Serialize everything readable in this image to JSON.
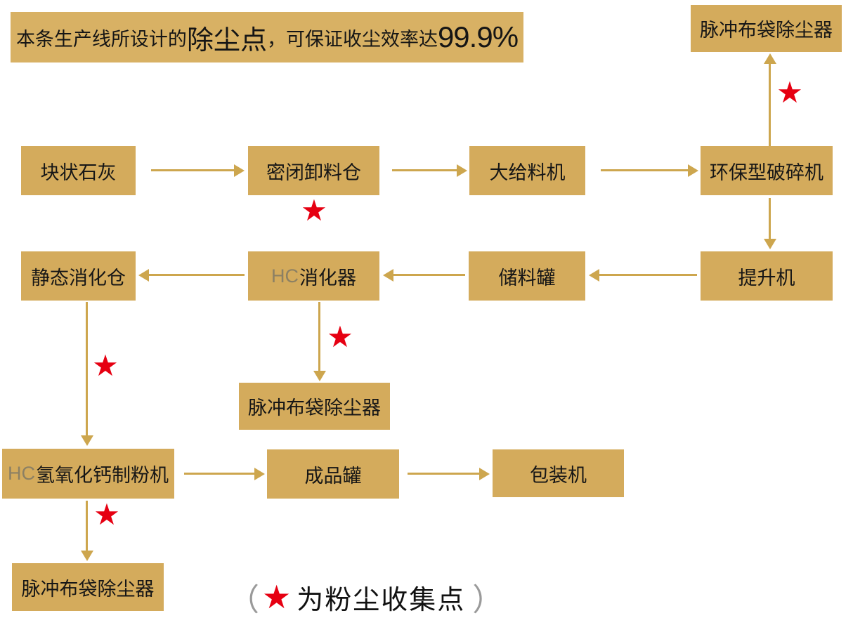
{
  "banner": {
    "part1": "本条生产线所设计的",
    "part2": "除尘点",
    "part3": "，可保证收尘效率达",
    "part4": "99.9%"
  },
  "nodes": {
    "dust_top": {
      "label": "脉冲布袋除尘器"
    },
    "lime": {
      "label": "块状石灰"
    },
    "unload_bin": {
      "label": "密闭卸料仓"
    },
    "feeder": {
      "label": "大给料机"
    },
    "crusher": {
      "label": "环保型破碎机"
    },
    "static_silo": {
      "label": "静态消化仓"
    },
    "hc_digester": {
      "prefix": "HC",
      "label": "消化器"
    },
    "storage_tank": {
      "label": "储料罐"
    },
    "elevator": {
      "label": "提升机"
    },
    "dust_mid": {
      "label": "脉冲布袋除尘器"
    },
    "hc_mill": {
      "prefix": "HC",
      "label": "氢氧化钙制粉机"
    },
    "product_tank": {
      "label": "成品罐"
    },
    "packer": {
      "label": "包装机"
    },
    "dust_bottom": {
      "label": "脉冲布袋除尘器"
    }
  },
  "star_symbol": "★",
  "legend": {
    "open": "（",
    "star": "★",
    "text": "为粉尘收集点",
    "close": "）"
  },
  "colors": {
    "box_gold": "#d4ab5c",
    "banner_gold": "#d8b164",
    "arrow_gold": "#cda64e",
    "star_red": "#e60012",
    "hc_prefix": "#8c8063"
  }
}
